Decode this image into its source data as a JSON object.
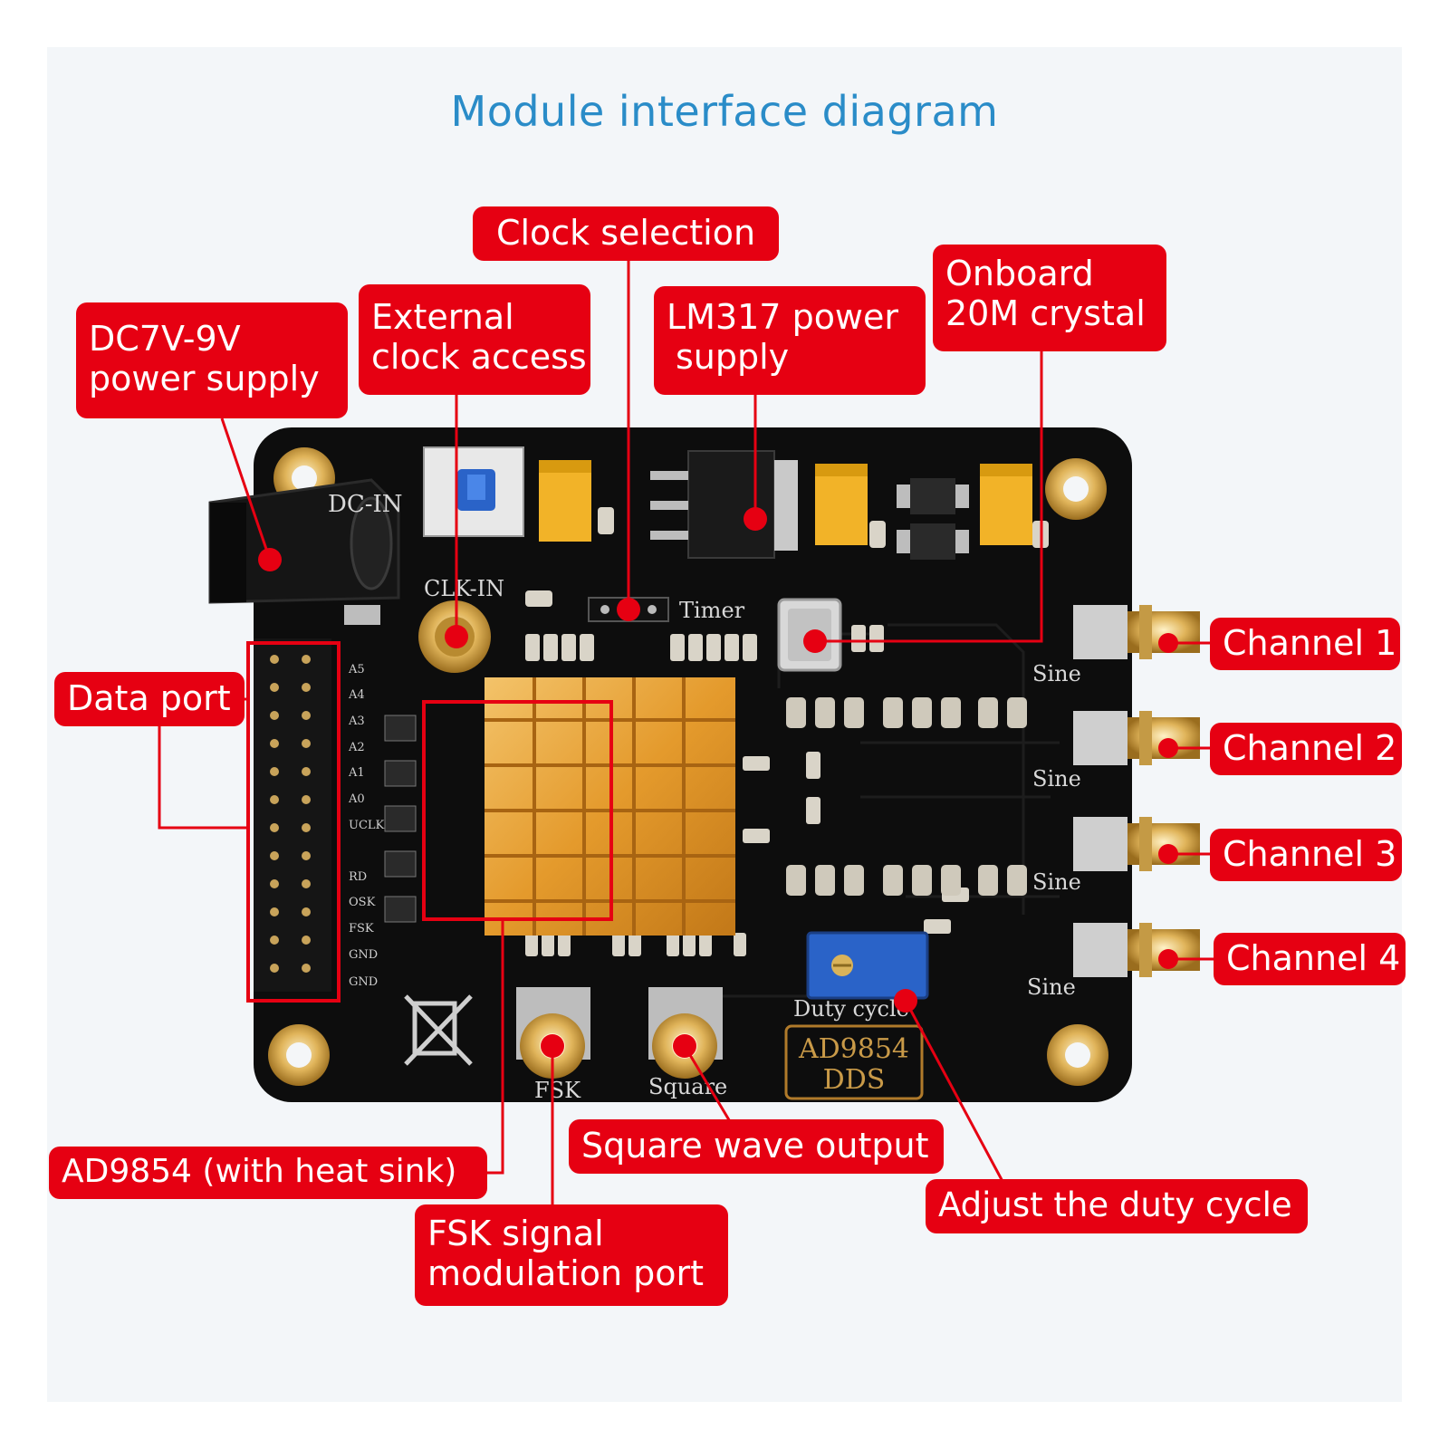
{
  "title": "Module interface diagram",
  "labels": {
    "clock_selection": "Clock selection",
    "dc_power_l1": "DC7V-9V",
    "dc_power_l2": "power supply",
    "ext_clock_l1": "External",
    "ext_clock_l2": "clock access",
    "lm317_l1": "LM317 power",
    "lm317_l2": "supply",
    "crystal_l1": "Onboard",
    "crystal_l2": "20M crystal",
    "data_port": "Data port",
    "channel_1": "Channel 1",
    "channel_2": "Channel 2",
    "channel_3": "Channel 3",
    "channel_4": "Channel 4",
    "ad9854": "AD9854 (with heat sink)",
    "square_wave": "Square wave output",
    "duty_cycle": "Adjust the duty cycle",
    "fsk_l1": "FSK signal",
    "fsk_l2": "modulation port"
  },
  "silkscreen": {
    "dc_in": "DC-IN",
    "clk_in": "CLK-IN",
    "timer": "Timer",
    "sine": "Sine",
    "duty_cycle": "Duty cycle",
    "chip_l1": "AD9854",
    "chip_l2": "DDS",
    "fsk": "FSK",
    "square": "Square",
    "pins": [
      "A5",
      "A4",
      "A3",
      "A2",
      "A1",
      "A0",
      "UCLK",
      "RD",
      "OSK",
      "FSK",
      "GND",
      "GND"
    ]
  },
  "colors": {
    "label_bg": "#e60012",
    "label_text": "#ffffff",
    "title": "#2a8cc8",
    "board": "#0d0d0d",
    "heatsink": "#e6a23a",
    "gold": "#d4a84b"
  }
}
